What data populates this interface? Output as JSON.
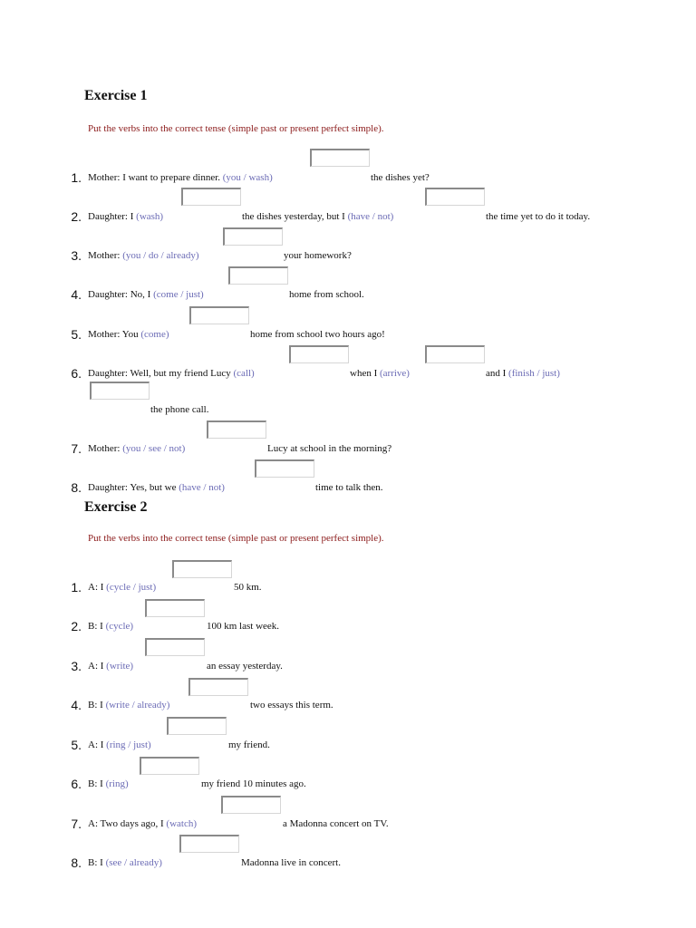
{
  "exercises": [
    {
      "title": "Exercise 1",
      "instruction": "Put the verbs into the correct tense (simple past or present perfect simple).",
      "items": [
        {
          "num": "1.",
          "parts": [
            "Mother: I want to prepare dinner. ",
            "(you / wash)",
            "the dishes yet?"
          ]
        },
        {
          "num": "2.",
          "parts": [
            "Daughter: I ",
            "(wash)",
            "the dishes yesterday, but I ",
            "(have / not)",
            "the time yet to do it today."
          ]
        },
        {
          "num": "3.",
          "parts": [
            "Mother: ",
            "(you / do / already)",
            "your homework?"
          ]
        },
        {
          "num": "4.",
          "parts": [
            "Daughter: No, I ",
            "(come / just)",
            "home from school."
          ]
        },
        {
          "num": "5.",
          "parts": [
            "Mother: You ",
            "(come)",
            "home from school two hours ago!"
          ]
        },
        {
          "num": "6.",
          "parts": [
            "Daughter: Well, but my friend Lucy ",
            "(call)",
            "when I ",
            "(arrive)",
            "and I ",
            "(finish / just)",
            "the phone call."
          ]
        },
        {
          "num": "7.",
          "parts": [
            "Mother: ",
            "(you / see / not)",
            "Lucy at school in the morning?"
          ]
        },
        {
          "num": "8.",
          "parts": [
            "Daughter: Yes, but we ",
            "(have / not)",
            "time to talk then."
          ]
        }
      ]
    },
    {
      "title": "Exercise 2",
      "instruction": "Put the verbs into the correct tense (simple past or present perfect simple).",
      "items": [
        {
          "num": "1.",
          "parts": [
            "A: I ",
            "(cycle / just)",
            "50 km."
          ]
        },
        {
          "num": "2.",
          "parts": [
            "B: I ",
            "(cycle)",
            "100 km last week."
          ]
        },
        {
          "num": "3.",
          "parts": [
            "A: I ",
            "(write)",
            "an essay yesterday."
          ]
        },
        {
          "num": "4.",
          "parts": [
            "B: I ",
            "(write / already)",
            "two essays this term."
          ]
        },
        {
          "num": "5.",
          "parts": [
            "A: I ",
            "(ring / just)",
            "my friend."
          ]
        },
        {
          "num": "6.",
          "parts": [
            "B: I ",
            "(ring)",
            "my friend 10 minutes ago."
          ]
        },
        {
          "num": "7.",
          "parts": [
            "A: Two days ago, I ",
            "(watch)",
            "a Madonna concert on TV."
          ]
        },
        {
          "num": "8.",
          "parts": [
            "B: I ",
            "(see / already)",
            "Madonna live in concert."
          ]
        }
      ]
    }
  ]
}
